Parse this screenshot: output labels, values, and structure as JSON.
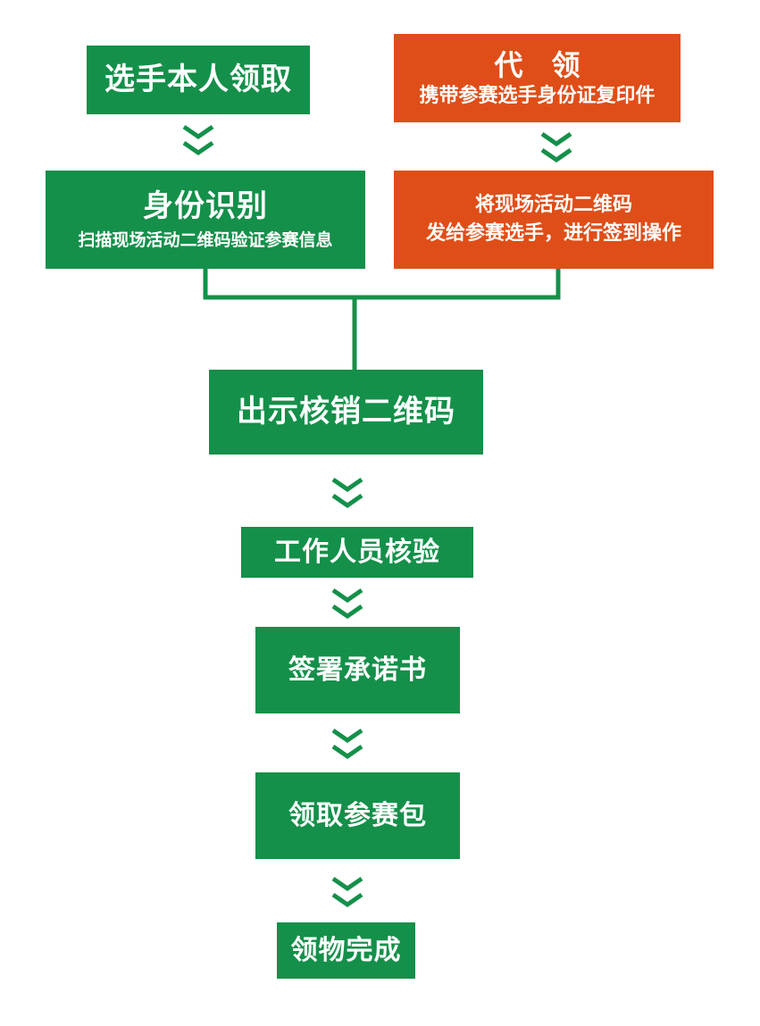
{
  "colors": {
    "green": "#14904a",
    "orange": "#df4e18",
    "text": "#ffffff"
  },
  "boxes": {
    "self_pickup": {
      "title": "选手本人领取"
    },
    "proxy": {
      "title": "代　领",
      "subtitle": "携带参赛选手身份证复印件"
    },
    "identify": {
      "title": "身份识别",
      "subtitle": "扫描现场活动二维码验证参赛信息"
    },
    "send_qr": {
      "line1": "将现场活动二维码",
      "line2": "发给参赛选手，进行签到操作"
    },
    "show_qr": {
      "title": "出示核销二维码"
    },
    "staff_verify": {
      "title": "工作人员核验"
    },
    "sign_pledge": {
      "title": "签署承诺书"
    },
    "collect_pack": {
      "title": "领取参赛包"
    },
    "complete": {
      "title": "领物完成"
    }
  },
  "icons": {
    "step_arrow": "double-chevron-down-icon"
  }
}
